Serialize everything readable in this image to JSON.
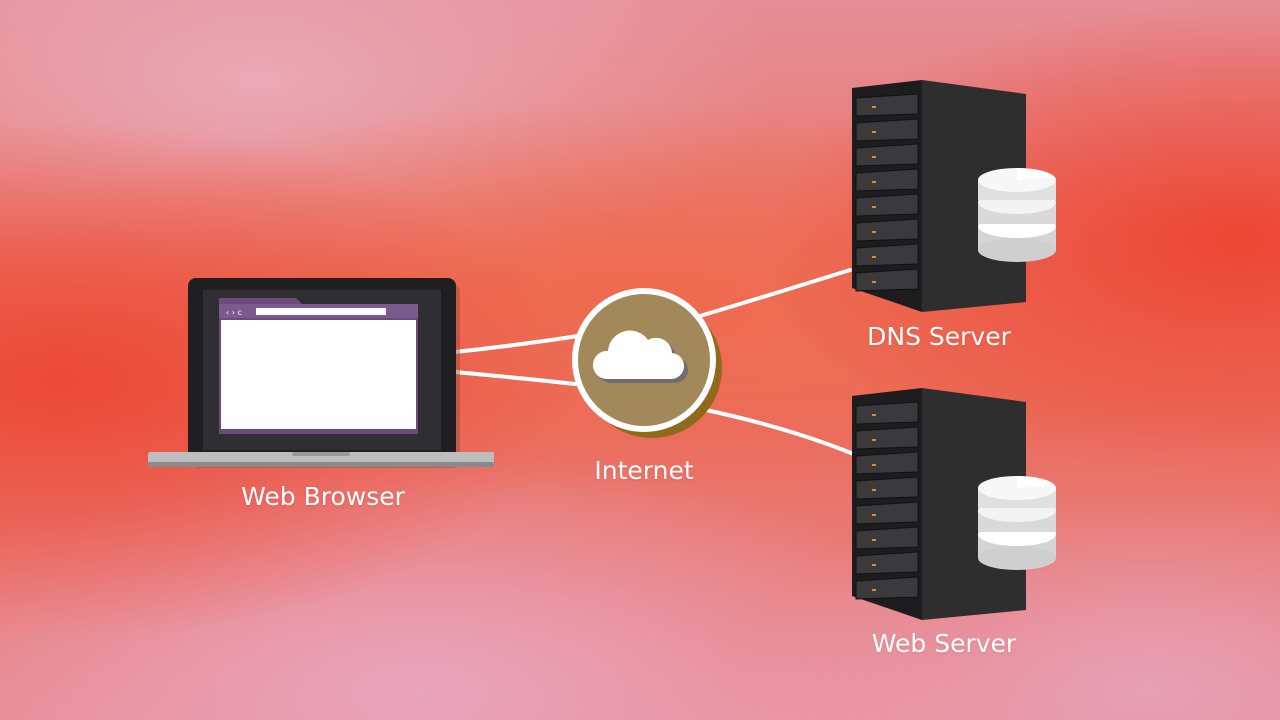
{
  "nodes": {
    "web_browser": {
      "label": "Web Browser"
    },
    "internet": {
      "label": "Internet"
    },
    "dns_server": {
      "label": "DNS Server"
    },
    "web_server": {
      "label": "Web Server"
    }
  },
  "browser_window": {
    "nav_glyphs": "‹ › c"
  },
  "icons": {
    "laptop": "laptop-icon",
    "cloud": "cloud-icon",
    "server_rack": "server-rack-icon",
    "database": "database-icon"
  },
  "colors": {
    "connector": "#ffffff",
    "internet_circle": "#a3885a",
    "internet_shadow": "#8f6a1c",
    "browser_purple": "#6d4a7e",
    "server_body": "#2e2e2e",
    "server_led": "#e2892b",
    "database": "#e6e6e6"
  }
}
